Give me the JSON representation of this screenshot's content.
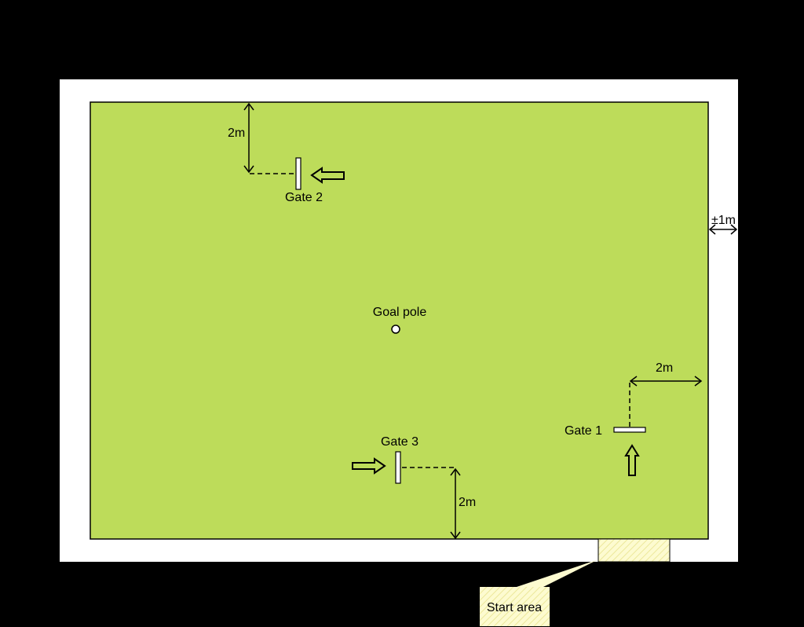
{
  "labels": {
    "gate1": "Gate 1",
    "gate2": "Gate 2",
    "gate3": "Gate 3",
    "goal_pole": "Goal pole",
    "dist_gate1": "2m",
    "dist_gate2": "2m",
    "dist_gate3": "2m",
    "border_width": "±1m",
    "start_area": "Start area"
  },
  "colors": {
    "background": "#000000",
    "border": "#ffffff",
    "field": "#bddc5a",
    "start_area_fill": "#fdfbd0",
    "start_area_hatch": "#ece89a",
    "line": "#000000"
  }
}
